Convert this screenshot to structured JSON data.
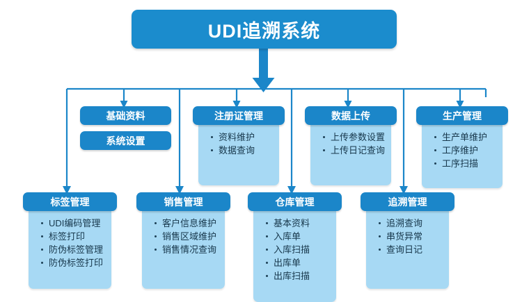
{
  "diagram": {
    "title": "UDI追溯系统",
    "colors": {
      "header_blue": "#1b86c9",
      "root_blue": "#1b8ccd",
      "body_light_blue": "#a7d9f4",
      "connector_blue": "#1b86c9",
      "text_white": "#ffffff",
      "text_dark": "#17374b"
    },
    "row2": [
      {
        "label": "基础资料",
        "items": []
      },
      {
        "label": "系统设置",
        "items": []
      },
      {
        "label": "注册证管理",
        "items": [
          "资料维护",
          "数据查询"
        ]
      },
      {
        "label": "数据上传",
        "items": [
          "上传参数设置",
          "上传日记查询"
        ]
      },
      {
        "label": "生产管理",
        "items": [
          "生产单维护",
          "工序维护",
          "工序扫描"
        ]
      }
    ],
    "row3": [
      {
        "label": "标签管理",
        "items": [
          "UDI编码管理",
          "标签打印",
          "防伪标签管理",
          "防伪标签打印"
        ]
      },
      {
        "label": "销售管理",
        "items": [
          "客户信息维护",
          "销售区域维护",
          "销售情况查询"
        ]
      },
      {
        "label": "仓库管理",
        "items": [
          "基本资料",
          "入库单",
          "入库扫描",
          "出库单",
          "出库扫描"
        ]
      },
      {
        "label": "追溯管理",
        "items": [
          "追溯查询",
          "串货异常",
          "查询日记"
        ]
      }
    ]
  }
}
